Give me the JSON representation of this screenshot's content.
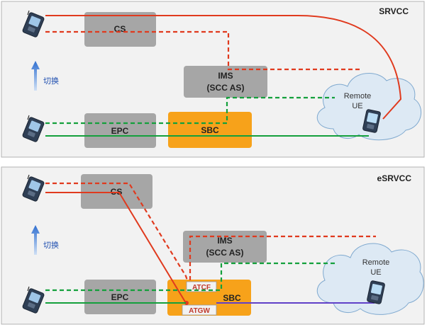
{
  "top_panel": {
    "title": "SRVCC",
    "switch_label": "切换",
    "cs_label": "CS",
    "ims_label_line1": "IMS",
    "ims_label_line2": "(SCC AS)",
    "epc_label": "EPC",
    "sbc_label": "SBC",
    "remote_ue_line1": "Remote",
    "remote_ue_line2": "UE"
  },
  "bottom_panel": {
    "title": "eSRVCC",
    "switch_label": "切换",
    "cs_label": "CS",
    "ims_label_line1": "IMS",
    "ims_label_line2": "(SCC AS)",
    "epc_label": "EPC",
    "sbc_label": "SBC",
    "atcf_label": "ATCF",
    "atgw_label": "ATGW",
    "remote_ue_line1": "Remote",
    "remote_ue_line2": "UE"
  },
  "colors": {
    "panel_bg": "#f2f2f2",
    "panel_border": "#b3b3b3",
    "gray_box": "#a6a6a6",
    "orange_box": "#f7a21a",
    "red_line": "#e03a1e",
    "green_line": "#14a03c",
    "purple_line": "#6040c8",
    "arrow_blue": "#3f7fd0",
    "cloud": "#dde9f4"
  }
}
